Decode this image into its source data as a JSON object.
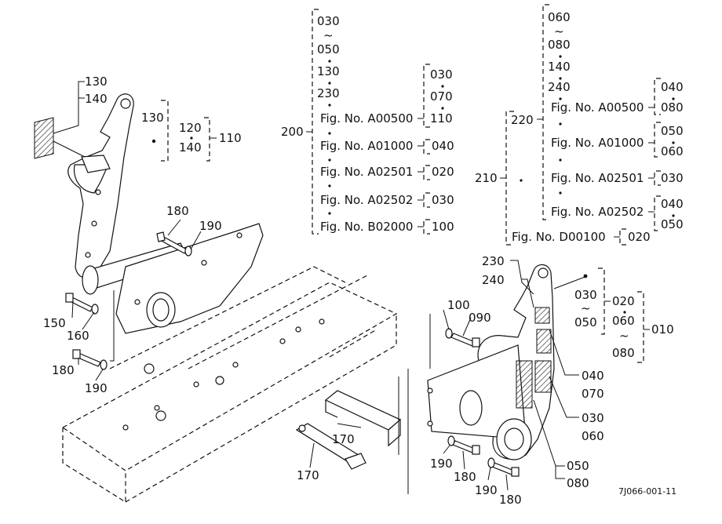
{
  "drawing_code": "7J066-001-11",
  "hatch_color": "#333333",
  "line_color": "#111111",
  "labels": {
    "l130a": "130",
    "l140a": "140",
    "l130b": "130",
    "l120": "120",
    "l140b": "140",
    "l110": "110",
    "l180a": "180",
    "l190a": "190",
    "l150": "150",
    "l160": "160",
    "l180b": "180",
    "l190b": "190",
    "l170a": "170",
    "l170b": "170",
    "l100": "100",
    "l090": "090",
    "l190c": "190",
    "l180c": "180",
    "l190d": "190",
    "l180d": "180",
    "l230": "230",
    "l240": "240",
    "l030r": "030",
    "tilde_r": "~",
    "l050r": "050",
    "l020r": "020",
    "l060r": "060",
    "tilde_r2": "~",
    "l080r": "080",
    "l010": "010",
    "l040r": "040",
    "l070r": "070",
    "l030r2": "030",
    "l060r2": "060",
    "l050r2": "050",
    "l080r2": "080"
  },
  "table200": {
    "number": "200",
    "top": [
      "030",
      "~",
      "050",
      "130",
      "230"
    ],
    "rows": [
      {
        "fig": "Fig. No. A00500",
        "vals": [
          "030",
          "070",
          "110"
        ]
      },
      {
        "fig": "Fig. No. A01000",
        "vals": [
          "040"
        ]
      },
      {
        "fig": "Fig. No. A02501",
        "vals": [
          "020"
        ]
      },
      {
        "fig": "Fig. No. A02502",
        "vals": [
          "030"
        ]
      },
      {
        "fig": "Fig. No. B02000",
        "vals": [
          "100"
        ]
      }
    ]
  },
  "table210": {
    "number": "210",
    "sub": "220",
    "top": [
      "060",
      "~",
      "080",
      "140",
      "240"
    ],
    "rows": [
      {
        "fig": "Fig. No. A00500",
        "vals": [
          "040",
          "080"
        ]
      },
      {
        "fig": "Fig. No. A01000",
        "vals": [
          "050",
          "060"
        ]
      },
      {
        "fig": "Fig. No. A02501",
        "vals": [
          "030"
        ]
      },
      {
        "fig": "Fig. No. A02502",
        "vals": [
          "040",
          "050"
        ]
      }
    ],
    "extra": {
      "fig": "Fig. No. D00100",
      "vals": [
        "020"
      ]
    }
  }
}
